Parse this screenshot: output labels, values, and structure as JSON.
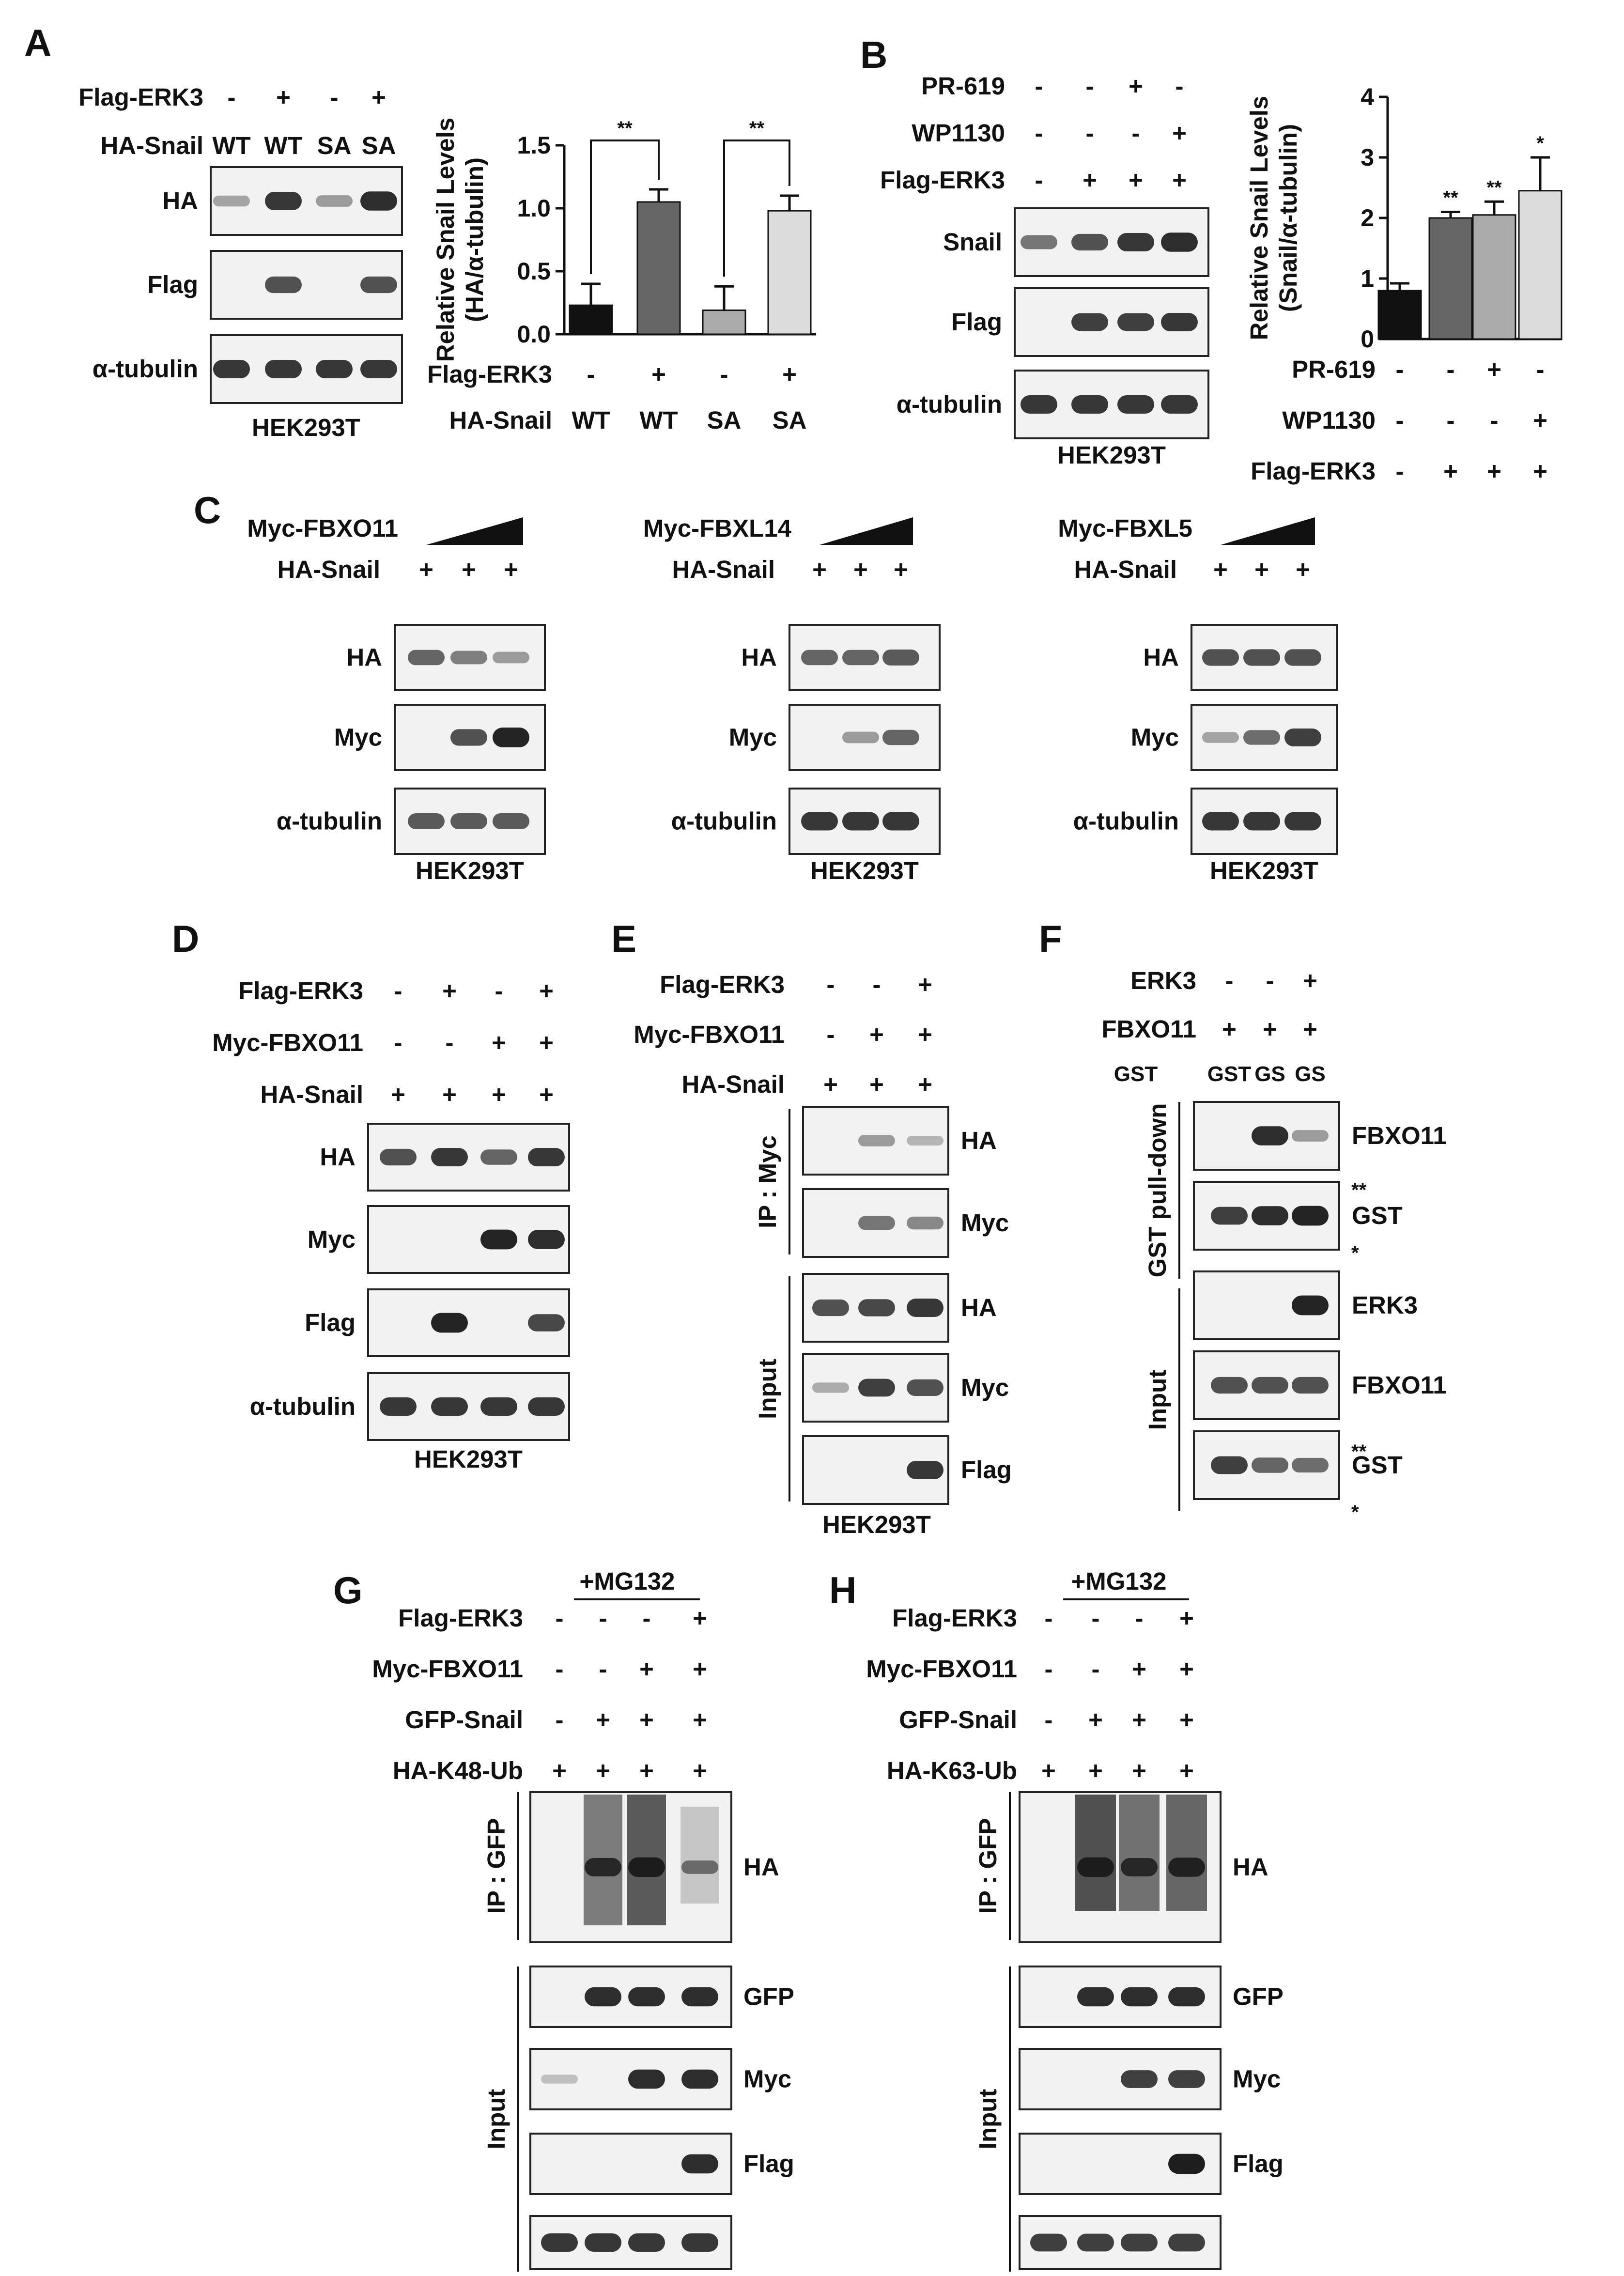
{
  "cell_line": "HEK293T",
  "mg132": "+MG132",
  "colors": {
    "band": "#1a1a1a",
    "membrane": "#f2f2f2"
  },
  "panels": {
    "A": {
      "label": "A",
      "rows": [
        {
          "name": "Flag-ERK3",
          "vals": [
            "-",
            "+",
            "-",
            "+"
          ]
        },
        {
          "name": "HA-Snail",
          "vals": [
            "WT",
            "WT",
            "SA",
            "SA"
          ]
        }
      ],
      "blots": [
        "HA",
        "Flag",
        "α-tubulin"
      ],
      "bands": [
        [
          0.25,
          0.85,
          0.3,
          0.9
        ],
        [
          0,
          0.7,
          0,
          0.7
        ],
        [
          0.85,
          0.85,
          0.85,
          0.85
        ]
      ]
    },
    "B": {
      "label": "B",
      "rows": [
        {
          "name": "PR-619",
          "vals": [
            "-",
            "-",
            "+",
            "-"
          ]
        },
        {
          "name": "WP1130",
          "vals": [
            "-",
            "-",
            "-",
            "+"
          ]
        },
        {
          "name": "Flag-ERK3",
          "vals": [
            "-",
            "+",
            "+",
            "+"
          ]
        }
      ],
      "blots": [
        "Snail",
        "Flag",
        "α-tubulin"
      ],
      "bands": [
        [
          0.5,
          0.7,
          0.85,
          0.9
        ],
        [
          0,
          0.8,
          0.8,
          0.85
        ],
        [
          0.85,
          0.85,
          0.85,
          0.85
        ]
      ]
    },
    "C": {
      "label": "C",
      "groups": [
        {
          "title": "Myc-FBXO11",
          "row": "HA-Snail",
          "vals": [
            "+",
            "+",
            "+"
          ],
          "blots": [
            "HA",
            "Myc",
            "α-tubulin"
          ],
          "bands": [
            [
              0.6,
              0.45,
              0.3
            ],
            [
              0,
              0.7,
              0.95
            ],
            [
              0.65,
              0.65,
              0.65
            ]
          ]
        },
        {
          "title": "Myc-FBXL14",
          "row": "HA-Snail",
          "vals": [
            "+",
            "+",
            "+"
          ],
          "blots": [
            "HA",
            "Myc",
            "α-tubulin"
          ],
          "bands": [
            [
              0.6,
              0.6,
              0.65
            ],
            [
              0,
              0.3,
              0.6
            ],
            [
              0.85,
              0.85,
              0.85
            ]
          ]
        },
        {
          "title": "Myc-FBXL5",
          "row": "HA-Snail",
          "vals": [
            "+",
            "+",
            "+"
          ],
          "blots": [
            "HA",
            "Myc",
            "α-tubulin"
          ],
          "bands": [
            [
              0.7,
              0.7,
              0.7
            ],
            [
              0.25,
              0.55,
              0.8
            ],
            [
              0.85,
              0.85,
              0.85
            ]
          ]
        }
      ]
    },
    "D": {
      "label": "D",
      "rows": [
        {
          "name": "Flag-ERK3",
          "vals": [
            "-",
            "+",
            "-",
            "+"
          ]
        },
        {
          "name": "Myc-FBXO11",
          "vals": [
            "-",
            "-",
            "+",
            "+"
          ]
        },
        {
          "name": "HA-Snail",
          "vals": [
            "+",
            "+",
            "+",
            "+"
          ]
        }
      ],
      "blots": [
        "HA",
        "Myc",
        "Flag",
        "α-tubulin"
      ],
      "bands": [
        [
          0.7,
          0.85,
          0.6,
          0.85
        ],
        [
          0,
          0,
          0.95,
          0.9
        ],
        [
          0,
          0.95,
          0,
          0.75
        ],
        [
          0.85,
          0.85,
          0.85,
          0.85
        ]
      ]
    },
    "E": {
      "label": "E",
      "rows": [
        {
          "name": "Flag-ERK3",
          "vals": [
            "-",
            "-",
            "+"
          ]
        },
        {
          "name": "Myc-FBXO11",
          "vals": [
            "-",
            "+",
            "+"
          ]
        },
        {
          "name": "HA-Snail",
          "vals": [
            "+",
            "+",
            "+"
          ]
        }
      ],
      "ip": "IP : Myc",
      "input": "Input",
      "blots": [
        "HA",
        "Myc",
        "HA",
        "Myc",
        "Flag"
      ],
      "bands": [
        [
          0,
          0.3,
          0.15
        ],
        [
          0,
          0.5,
          0.4
        ],
        [
          0.7,
          0.75,
          0.85
        ],
        [
          0.2,
          0.8,
          0.7
        ],
        [
          0,
          0,
          0.85
        ]
      ]
    },
    "F": {
      "label": "F",
      "rows": [
        {
          "name": "ERK3",
          "vals": [
            "-",
            "-",
            "+"
          ]
        },
        {
          "name": "FBXO11",
          "vals": [
            "+",
            "+",
            "+"
          ]
        }
      ],
      "gst_row": {
        "name": "GST",
        "vals": [
          "GST",
          "GS",
          "GS"
        ]
      },
      "ip": "GST pull-down",
      "input": "Input",
      "blots": [
        "FBXO11",
        "GST",
        "ERK3",
        "FBXO11",
        "GST"
      ],
      "double_star": "**",
      "single_star": "*",
      "bands": [
        [
          0,
          0.9,
          0.3
        ],
        [
          0.8,
          0.9,
          0.95
        ],
        [
          0,
          0,
          0.95
        ],
        [
          0.7,
          0.7,
          0.7
        ],
        [
          0.8,
          0.6,
          0.55
        ]
      ]
    },
    "G": {
      "label": "G",
      "rows": [
        {
          "name": "Flag-ERK3",
          "vals": [
            "-",
            "-",
            "-",
            "+"
          ]
        },
        {
          "name": "Myc-FBXO11",
          "vals": [
            "-",
            "-",
            "+",
            "+"
          ]
        },
        {
          "name": "GFP-Snail",
          "vals": [
            "-",
            "+",
            "+",
            "+"
          ]
        },
        {
          "name": "HA-K48-Ub",
          "vals": [
            "+",
            "+",
            "+",
            "+"
          ]
        }
      ],
      "ip": "IP : GFP",
      "input": "Input",
      "blots": [
        "HA",
        "GFP",
        "Myc",
        "Flag",
        ""
      ],
      "bands": [
        [
          0,
          0.85,
          0.95,
          0.45
        ],
        [
          0,
          0.9,
          0.9,
          0.9
        ],
        [
          0.1,
          0,
          0.9,
          0.9
        ],
        [
          0,
          0,
          0,
          0.9
        ],
        [
          0.85,
          0.85,
          0.85,
          0.85
        ]
      ]
    },
    "H": {
      "label": "H",
      "rows": [
        {
          "name": "Flag-ERK3",
          "vals": [
            "-",
            "-",
            "-",
            "+"
          ]
        },
        {
          "name": "Myc-FBXO11",
          "vals": [
            "-",
            "-",
            "+",
            "+"
          ]
        },
        {
          "name": "GFP-Snail",
          "vals": [
            "-",
            "+",
            "+",
            "+"
          ]
        },
        {
          "name": "HA-K63-Ub",
          "vals": [
            "+",
            "+",
            "+",
            "+"
          ]
        }
      ],
      "ip": "IP : GFP",
      "input": "Input",
      "blots": [
        "HA",
        "GFP",
        "Myc",
        "Flag",
        ""
      ],
      "bands": [
        [
          0,
          0.95,
          0.85,
          0.9
        ],
        [
          0,
          0.9,
          0.9,
          0.9
        ],
        [
          0,
          0,
          0.8,
          0.8
        ],
        [
          0,
          0,
          0,
          0.98
        ],
        [
          0.8,
          0.8,
          0.8,
          0.8
        ]
      ]
    }
  },
  "chart_data": [
    {
      "type": "bar",
      "panel": "A",
      "ylabel": "Relative Snail Levels (HA/α-tubulin)",
      "ylim": [
        0,
        1.5
      ],
      "yticks": [
        "0.0",
        "0.5",
        "1.0",
        "1.5"
      ],
      "values": [
        0.23,
        1.05,
        0.19,
        0.98
      ],
      "errors": [
        0.17,
        0.1,
        0.19,
        0.12
      ],
      "colors": [
        "#111111",
        "#666666",
        "#aaaaaa",
        "#dcdcdc"
      ],
      "xrows": [
        {
          "name": "Flag-ERK3",
          "vals": [
            "-",
            "+",
            "-",
            "+"
          ]
        },
        {
          "name": "HA-Snail",
          "vals": [
            "WT",
            "WT",
            "SA",
            "SA"
          ]
        }
      ],
      "sig": [
        {
          "from": 0,
          "to": 1,
          "text": "**"
        },
        {
          "from": 2,
          "to": 3,
          "text": "**"
        }
      ]
    },
    {
      "type": "bar",
      "panel": "B",
      "ylabel": "Relative Snail Levels (Snail/α-tubulin)",
      "ylim": [
        0,
        4
      ],
      "yticks": [
        "0",
        "1",
        "2",
        "3",
        "4"
      ],
      "values": [
        0.8,
        2.0,
        2.05,
        2.45
      ],
      "errors": [
        0.12,
        0.1,
        0.22,
        0.55
      ],
      "stars": [
        "",
        "**",
        "**",
        "*"
      ],
      "colors": [
        "#111111",
        "#666666",
        "#aaaaaa",
        "#dcdcdc"
      ],
      "xrows": [
        {
          "name": "PR-619",
          "vals": [
            "-",
            "-",
            "+",
            "-"
          ]
        },
        {
          "name": "WP1130",
          "vals": [
            "-",
            "-",
            "-",
            "+"
          ]
        },
        {
          "name": "Flag-ERK3",
          "vals": [
            "-",
            "+",
            "+",
            "+"
          ]
        }
      ]
    }
  ]
}
